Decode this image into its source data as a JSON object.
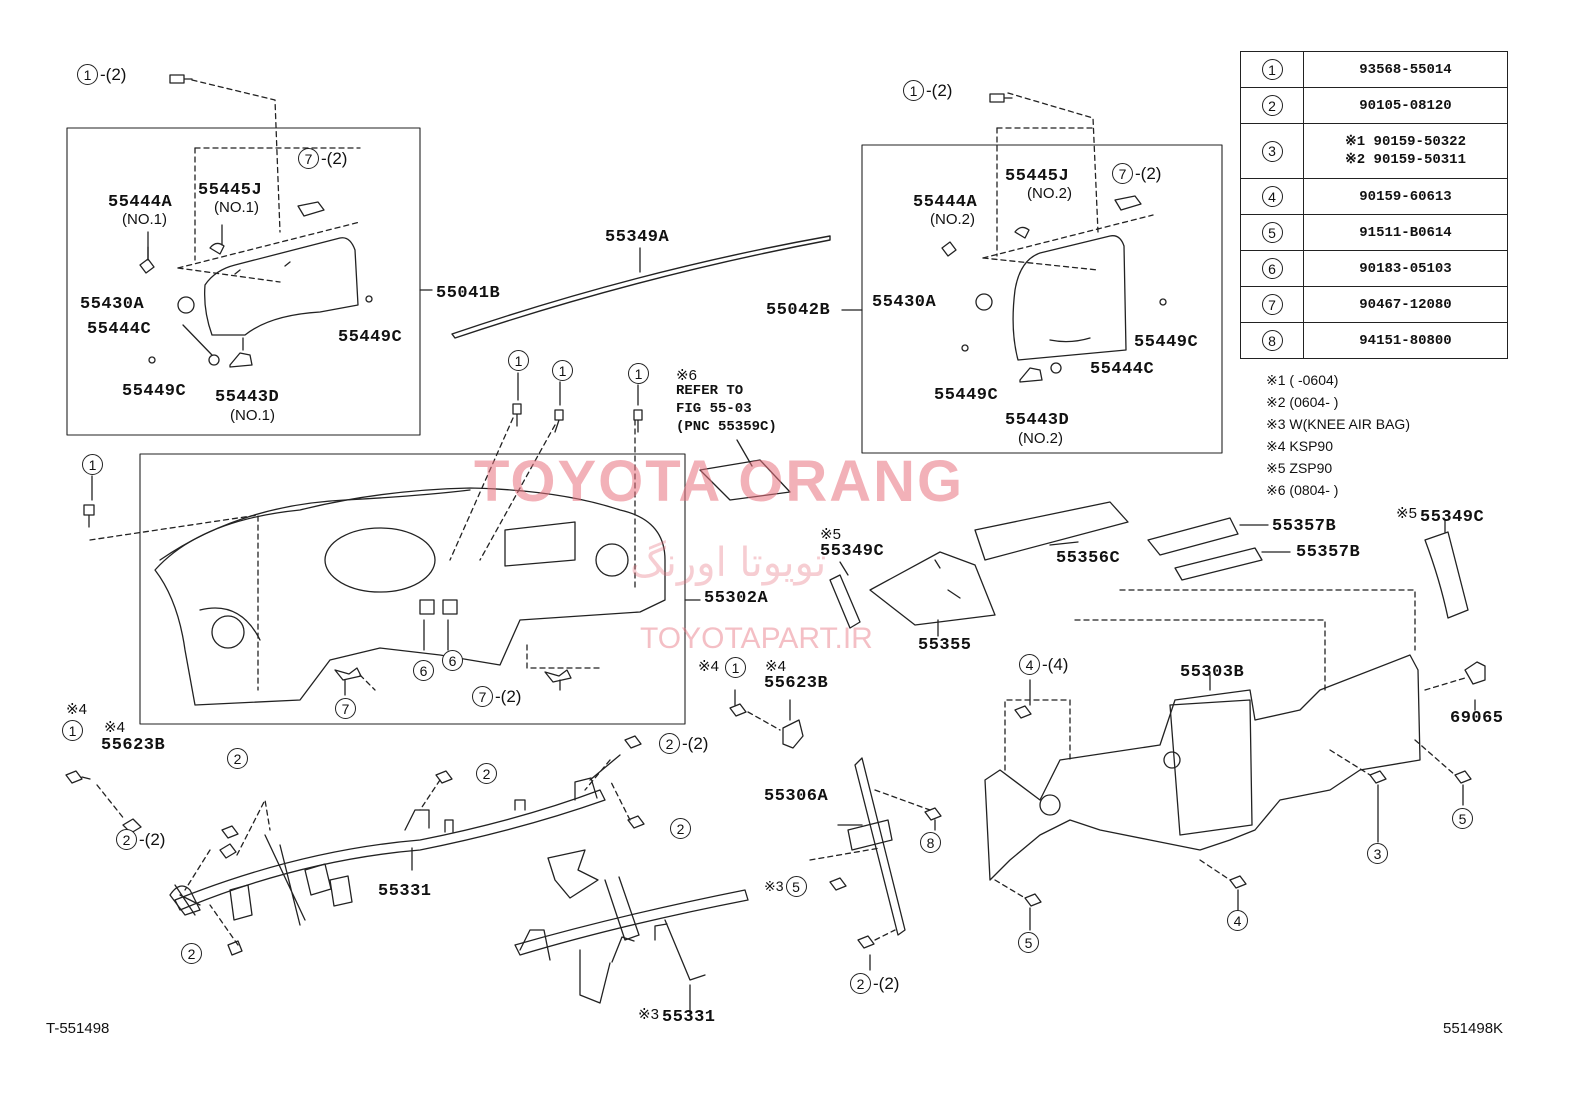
{
  "parts_table": [
    {
      "key": "1",
      "parts": [
        "93568-55014"
      ]
    },
    {
      "key": "2",
      "parts": [
        "90105-08120"
      ]
    },
    {
      "key": "3",
      "parts": [
        "※1 90159-50322",
        "※2 90159-50311"
      ]
    },
    {
      "key": "4",
      "parts": [
        "90159-60613"
      ]
    },
    {
      "key": "5",
      "parts": [
        "91511-B0614"
      ]
    },
    {
      "key": "6",
      "parts": [
        "90183-05103"
      ]
    },
    {
      "key": "7",
      "parts": [
        "90467-12080"
      ]
    },
    {
      "key": "8",
      "parts": [
        "94151-80800"
      ]
    }
  ],
  "notes": [
    "※1 (     -0604)",
    "※2 (0604-     )",
    "※3 W(KNEE AIR BAG)",
    "※4 KSP90",
    "※5 ZSP90",
    "※6 (0804-     )"
  ],
  "part_labels": {
    "p55444a_1": "55444A",
    "p55444a_1_sub": "(NO.1)",
    "p55445j_1": "55445J",
    "p55445j_1_sub": "(NO.1)",
    "p55430a_1": "55430A",
    "p55444c_1": "55444C",
    "p55449c_1a": "55449C",
    "p55449c_1b": "55449C",
    "p55443d_1": "55443D",
    "p55443d_1_sub": "(NO.1)",
    "p55041b": "55041B",
    "p55349a": "55349A",
    "p55042b": "55042B",
    "p55444a_2": "55444A",
    "p55444a_2_sub": "(NO.2)",
    "p55445j_2": "55445J",
    "p55445j_2_sub": "(NO.2)",
    "p55430a_2": "55430A",
    "p55449c_2a": "55449C",
    "p55449c_2b": "55449C",
    "p55444c_2": "55444C",
    "p55443d_2": "55443D",
    "p55443d_2_sub": "(NO.2)",
    "refer_mark": "※6",
    "refer_1": "REFER TO",
    "refer_2": "FIG 55-03",
    "refer_3": "(PNC 55359C)",
    "p55302a": "55302A",
    "p55349c_a_mark": "※5",
    "p55349c_a": "55349C",
    "p55356c": "55356C",
    "p55355": "55355",
    "p55357b_a": "55357B",
    "p55357b_b": "55357B",
    "p55349c_b_mark": "※5",
    "p55349c_b": "55349C",
    "p55303b": "55303B",
    "p69065": "69065",
    "p55623b_a_mark": "※4",
    "p55623b_a": "55623B",
    "p55623b_b_mark": "※4",
    "p55623b_b": "55623B",
    "p55306a": "55306A",
    "p55331_a": "55331",
    "p55331_b_mark": "※3",
    "p55331_b": "55331"
  },
  "callouts": {
    "c1": "1",
    "c2": "2",
    "c3": "3",
    "c4": "4",
    "c5": "5",
    "c6": "6",
    "c7": "7",
    "c8": "8",
    "q2": "-(2)",
    "q4": "-(4)",
    "m3": "※3",
    "m4": "※4"
  },
  "watermark": {
    "brand": "TOYOTA ORANG",
    "persian": "تویوتا اورنگ",
    "site": "TOYOTAPART.IR"
  },
  "footer": {
    "left": "T-551498",
    "right": "551498K"
  }
}
